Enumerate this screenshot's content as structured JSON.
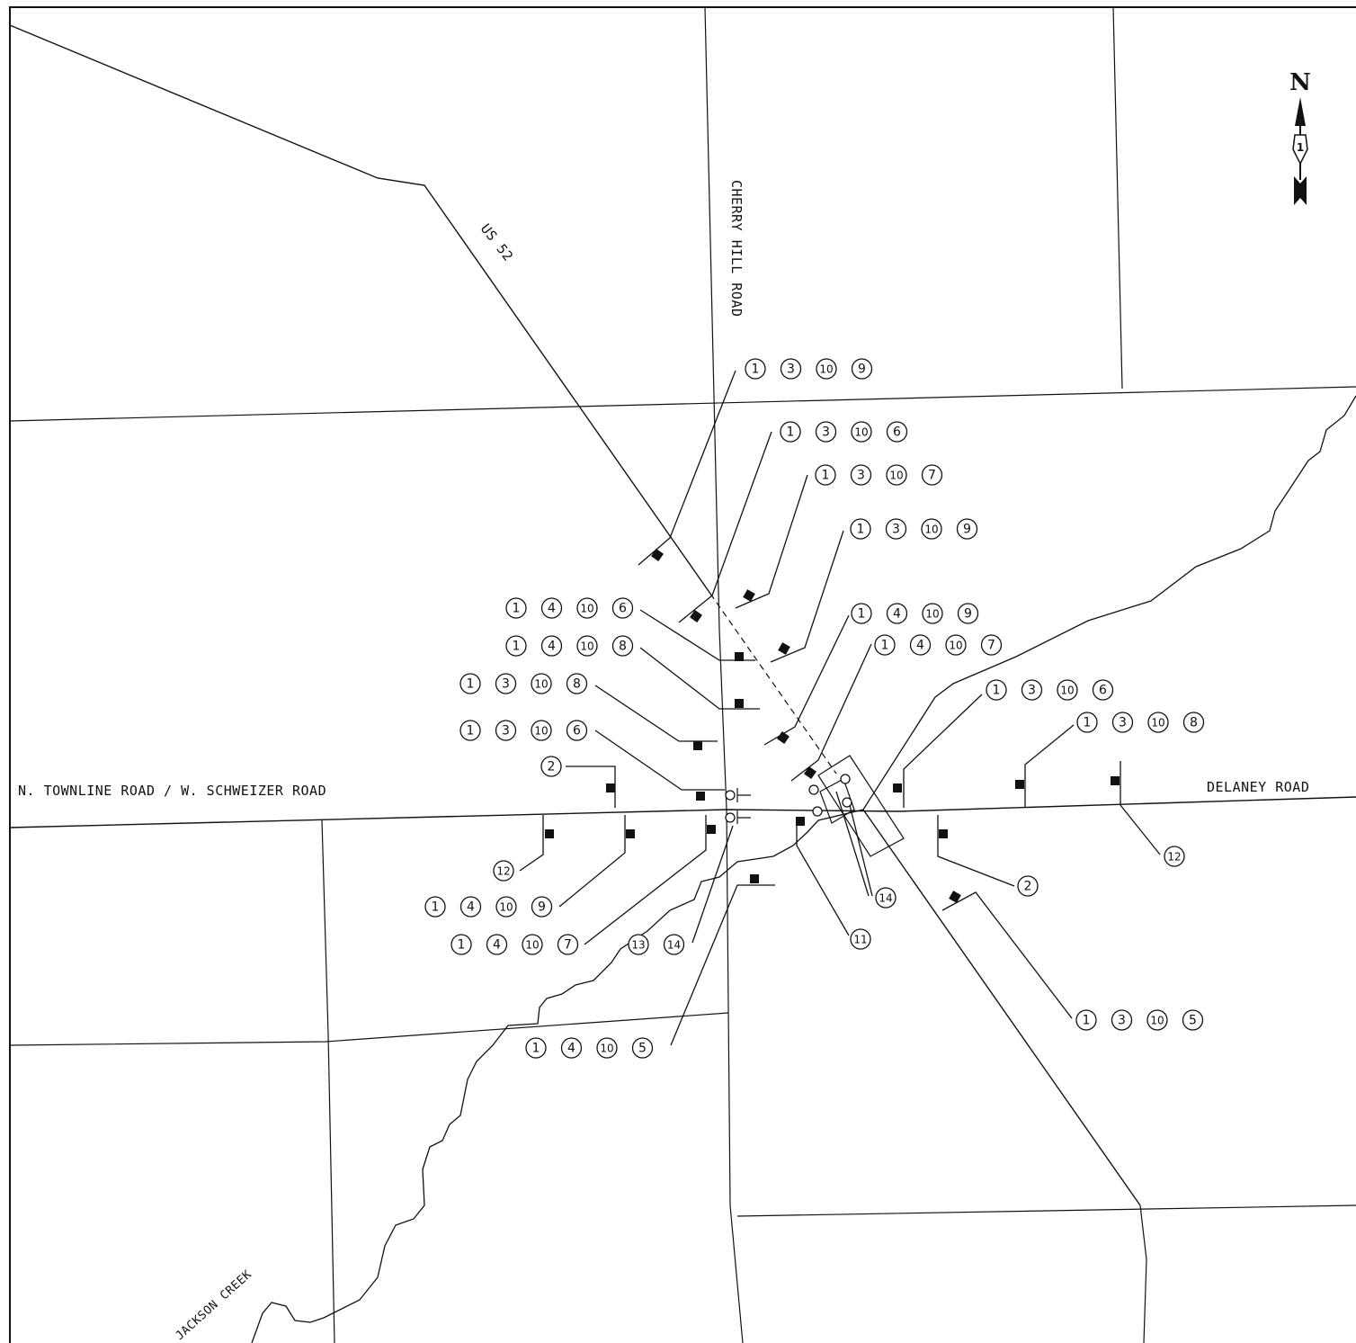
{
  "map": {
    "roads": {
      "west_road": "N. TOWNLINE ROAD / W. SCHWEIZER ROAD",
      "east_road": "DELANEY ROAD",
      "north_road": "CHERRY HILL ROAD",
      "diagonal_highway": "US 52",
      "creek": "JACKSON CREEK"
    },
    "north_arrow": {
      "letter": "N",
      "emblem_number": "1"
    },
    "callouts": [
      {
        "id": "nw-a",
        "numbers": [
          "1",
          "3",
          "10",
          "9"
        ]
      },
      {
        "id": "nw-b",
        "numbers": [
          "1",
          "3",
          "10",
          "6"
        ]
      },
      {
        "id": "n-c",
        "numbers": [
          "1",
          "3",
          "10",
          "7"
        ]
      },
      {
        "id": "n-d",
        "numbers": [
          "1",
          "3",
          "10",
          "9"
        ]
      },
      {
        "id": "w-e",
        "numbers": [
          "1",
          "4",
          "10",
          "6"
        ]
      },
      {
        "id": "w-f",
        "numbers": [
          "1",
          "4",
          "10",
          "8"
        ]
      },
      {
        "id": "w-g",
        "numbers": [
          "1",
          "3",
          "10",
          "8"
        ]
      },
      {
        "id": "w-h",
        "numbers": [
          "1",
          "3",
          "10",
          "6"
        ]
      },
      {
        "id": "c-i",
        "numbers": [
          "1",
          "4",
          "10",
          "9"
        ]
      },
      {
        "id": "c-j",
        "numbers": [
          "1",
          "4",
          "10",
          "7"
        ]
      },
      {
        "id": "e-k",
        "numbers": [
          "1",
          "3",
          "10",
          "6"
        ]
      },
      {
        "id": "e-l",
        "numbers": [
          "1",
          "3",
          "10",
          "8"
        ]
      },
      {
        "id": "w-m",
        "numbers": [
          "2"
        ]
      },
      {
        "id": "sw-n",
        "numbers": [
          "12"
        ]
      },
      {
        "id": "sw-o",
        "numbers": [
          "1",
          "4",
          "10",
          "9"
        ]
      },
      {
        "id": "sw-p",
        "numbers": [
          "1",
          "4",
          "10",
          "7"
        ]
      },
      {
        "id": "s-q",
        "numbers": [
          "13",
          "14"
        ]
      },
      {
        "id": "s-r",
        "numbers": [
          "1",
          "4",
          "10",
          "5"
        ]
      },
      {
        "id": "c-s",
        "numbers": [
          "14"
        ]
      },
      {
        "id": "c-t",
        "numbers": [
          "11"
        ]
      },
      {
        "id": "e-u",
        "numbers": [
          "2"
        ]
      },
      {
        "id": "e-v",
        "numbers": [
          "12"
        ]
      },
      {
        "id": "se-w",
        "numbers": [
          "1",
          "3",
          "10",
          "5"
        ]
      }
    ]
  }
}
